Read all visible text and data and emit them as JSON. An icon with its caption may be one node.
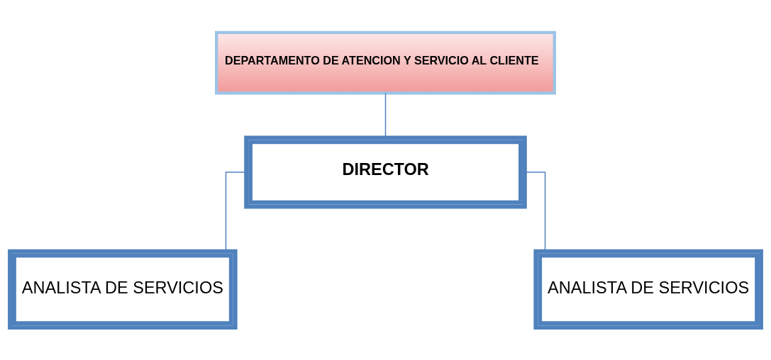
{
  "diagram": {
    "nodes": [
      {
        "text": [
          "DEPARTAMENTO DE ATENCION Y SERVICIO AL CLIENTE"
        ]
      },
      {
        "text": [
          "DIRECTOR"
        ]
      },
      {
        "text": [
          "ANALISTA DE SERVICIOS"
        ]
      },
      {
        "text": [
          "ANALISTA DE SERVICIOS"
        ]
      }
    ],
    "edges": [
      {
        "from": 0,
        "to": 1,
        "arrow": "none"
      },
      {
        "from": 1,
        "to": 2,
        "arrow": "none"
      },
      {
        "from": 1,
        "to": 3,
        "arrow": "none"
      }
    ]
  }
}
